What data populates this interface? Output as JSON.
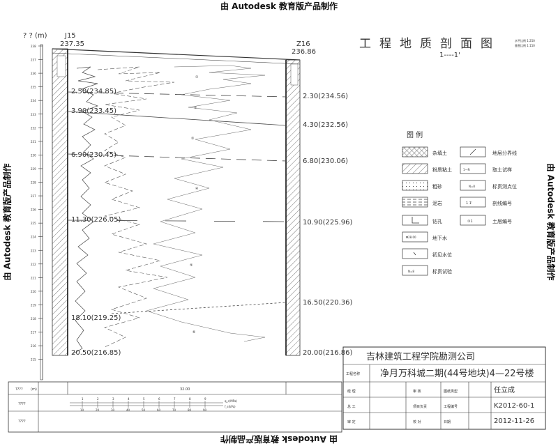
{
  "watermarks": {
    "top": "由 Autodesk 教育版产品制作",
    "bottom": "由 Autodesk 教育版产品制作",
    "left": "由 Autodesk 教育版产品制作",
    "right": "由 Autodesk 教育版产品制作"
  },
  "header": {
    "title": "工程地质剖面图",
    "subtitle": "1----1'",
    "scale_h": "水平比例 1:250",
    "scale_v": "垂直比例 1:150"
  },
  "elevation_axis": {
    "unit_label": "? ? (m)",
    "ticks": [
      "238",
      "237",
      "236",
      "235",
      "234",
      "233",
      "232",
      "231",
      "230",
      "229",
      "228",
      "227",
      "226",
      "225",
      "224",
      "223",
      "222",
      "221",
      "220",
      "219",
      "218",
      "217",
      "216",
      "215"
    ]
  },
  "boreholes": {
    "left": {
      "id": "J15",
      "elevation": "237.35"
    },
    "right": {
      "id": "Z16",
      "elevation": "236.86"
    }
  },
  "layers": {
    "left": [
      "2.50(234.85)",
      "3.90(233.45)",
      "6.90(230.45)",
      "11.30(226.05)",
      "18.10(219.25)",
      "20.50(216.85)"
    ],
    "right": [
      "2.30(234.56)",
      "4.30(232.56)",
      "6.80(230.06)",
      "10.90(225.96)",
      "16.50(220.36)",
      "20.00(216.86)"
    ]
  },
  "layer_numbers": [
    "①",
    "②",
    "③",
    "④",
    "⑤",
    "⑥"
  ],
  "legend": {
    "title": "图 例",
    "items": [
      {
        "label": "杂填土",
        "icon": "crosshatch-swatch"
      },
      {
        "label": "地层分界线",
        "icon": "slash-swatch"
      },
      {
        "label": "粉质粘土",
        "icon": "diagonal-hatch-swatch"
      },
      {
        "label": "取土试样",
        "icon": "sample-swatch"
      },
      {
        "label": "粗砂",
        "icon": "dot-swatch"
      },
      {
        "label": "标贯测点位",
        "icon": "spt-swatch"
      },
      {
        "label": "泥岩",
        "icon": "dash-hatch-swatch"
      },
      {
        "label": "剖线编号",
        "icon": "section-number-swatch"
      },
      {
        "label": "钻孔",
        "icon": "borehole-swatch"
      },
      {
        "label": "土层编号",
        "icon": "layer-number-swatch"
      },
      {
        "label": "地下水",
        "icon": "water-table-swatch"
      },
      {
        "label": "初见水位",
        "icon": "initial-water-swatch"
      },
      {
        "label": "标贯试验",
        "icon": "spt-test-swatch"
      }
    ],
    "section_code": "1   1'",
    "layer_code": "③1",
    "water_value": "▼28.00",
    "spt_code": "N=8"
  },
  "bottom_table": {
    "row1_label": "????",
    "row1_unit": "(m)",
    "row1_value": "32.00",
    "row2_label": "????",
    "row3_label": "????",
    "scale1_label": "q_c(MPa)",
    "scale2_label": "f_s(kPa)",
    "scale1_ticks": [
      "1",
      "2",
      "3",
      "4",
      "5",
      "6",
      "7",
      "8",
      "9"
    ],
    "scale2_ticks": [
      "10",
      "20",
      "30",
      "40",
      "50",
      "60",
      "70",
      "80",
      "90"
    ]
  },
  "title_block": {
    "company": "吉林建筑工程学院勘测公司",
    "project_label": "工程名称",
    "project_name": "净月万科城二期(44号地块)4—22号楼",
    "r1": [
      "经  理",
      "审  核",
      "图纸类型",
      "任立成"
    ],
    "r2": [
      "总  工",
      "项目负责",
      "工程编号",
      "K2012-60-1"
    ],
    "r3": [
      "审  定",
      "校  对",
      "日期",
      "2012-11-26"
    ]
  }
}
